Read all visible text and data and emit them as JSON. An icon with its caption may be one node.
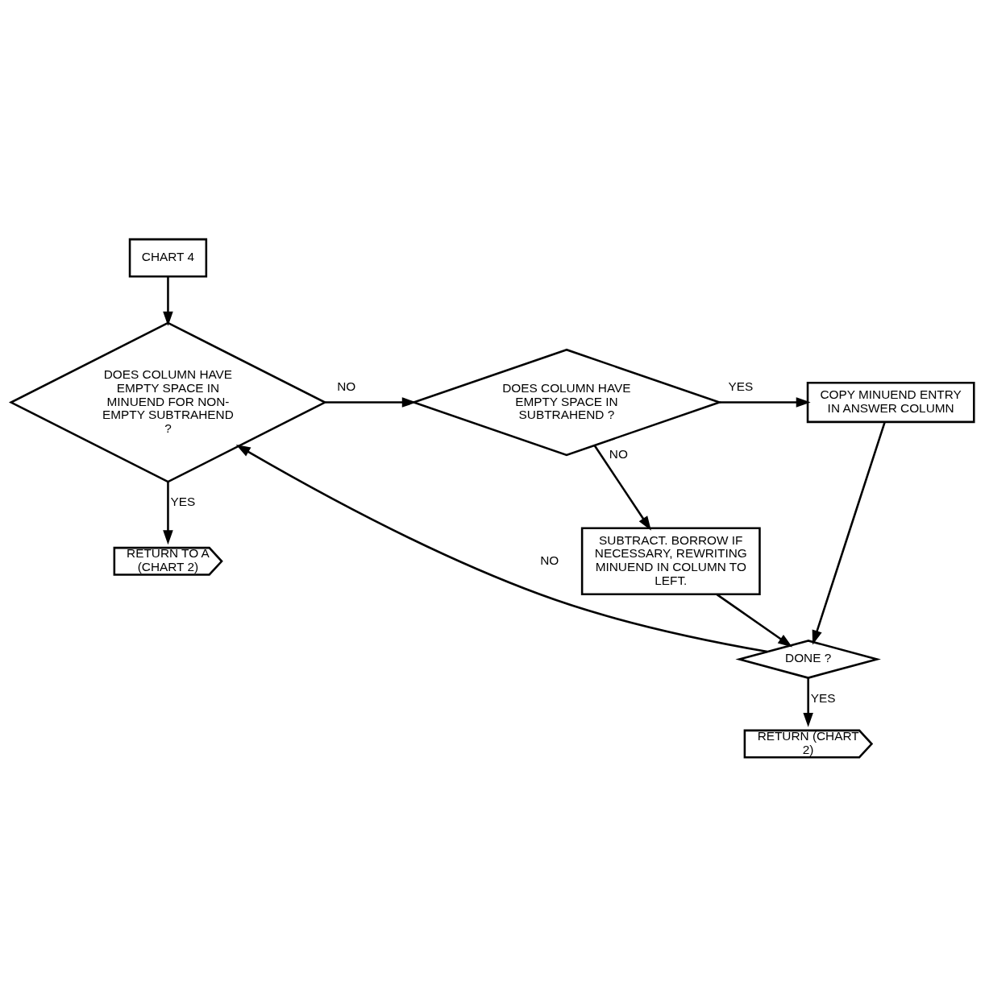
{
  "diagram": {
    "nodes": [
      {
        "text": [
          "CHART 4"
        ]
      },
      {
        "text": [
          "DOES COLUMN HAVE EMPTY SPACE IN MINUEND FOR NON-EMPTY SUBTRAHEND ?"
        ]
      },
      {
        "text": [
          "DOES COLUMN HAVE EMPTY SPACE IN SUBTRAHEND ?"
        ]
      },
      {
        "text": [
          "COPY MINUEND ENTRY IN ANSWER COLUMN"
        ]
      },
      {
        "text": [
          "RETURN TO A (CHART 2)"
        ]
      },
      {
        "text": [
          "SUBTRACT. BORROW IF NECESSARY, REWRITING MINUEND IN COLUMN TO LEFT."
        ]
      },
      {
        "text": [
          "DONE ?"
        ]
      },
      {
        "text": [
          "RETURN (CHART 2)"
        ]
      }
    ],
    "edges": [
      {
        "from": 0,
        "to": 1,
        "arrow": "to"
      },
      {
        "from": 1,
        "to": 2,
        "arrow": "to",
        "label": "NO"
      },
      {
        "from": 1,
        "to": 4,
        "arrow": "to",
        "label": "YES"
      },
      {
        "from": 2,
        "to": 3,
        "arrow": "to",
        "label": "YES"
      },
      {
        "from": 2,
        "to": 5,
        "arrow": "to",
        "label": "NO"
      },
      {
        "from": 5,
        "to": 6,
        "arrow": "to"
      },
      {
        "from": 3,
        "to": 6,
        "arrow": "to"
      },
      {
        "from": 6,
        "to": 1,
        "arrow": "to",
        "label": "NO"
      },
      {
        "from": 6,
        "to": 7,
        "arrow": "to",
        "label": "YES"
      }
    ]
  }
}
